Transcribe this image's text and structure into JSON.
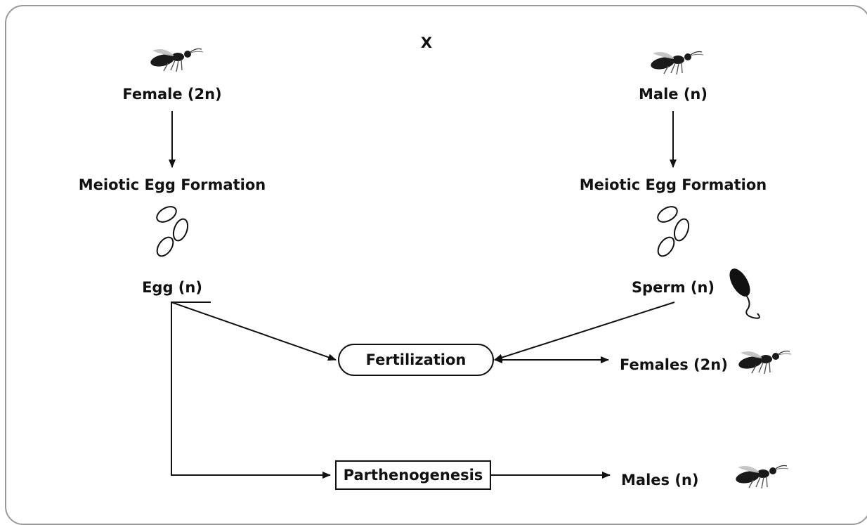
{
  "diagram": {
    "cross_symbol": "X",
    "female_parent": "Female (2n)",
    "male_parent": "Male (n)",
    "female_process": "Meiotic Egg Formation",
    "male_process": "Meiotic Egg Formation",
    "egg": "Egg (n)",
    "sperm": "Sperm (n)",
    "fertilization": "Fertilization",
    "parthenogenesis": "Parthenogenesis",
    "offspring_females": "Females (2n)",
    "offspring_males": "Males (n)",
    "icons": [
      "wasp-icon",
      "cells-icon",
      "sperm-icon"
    ]
  }
}
